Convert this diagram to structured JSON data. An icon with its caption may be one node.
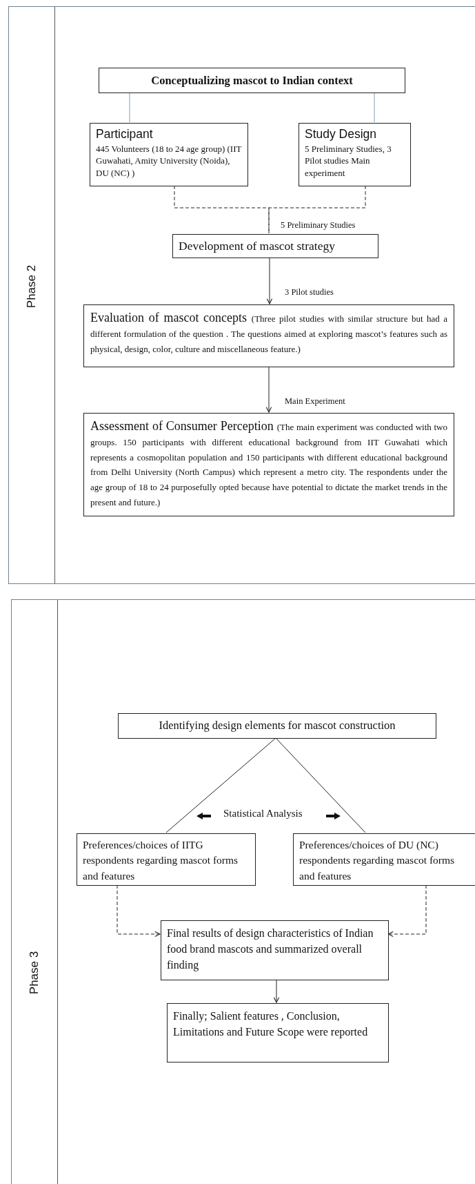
{
  "diagram": {
    "nodes": [
      {
        "text": [
          "Phase 2"
        ]
      },
      {
        "text": [
          "Conceptualizing mascot to Indian context"
        ],
        "in": 0
      },
      {
        "text": [
          "Participant",
          "445 Volunteers (18 to 24 age group) (IIT Guwahati, Amity University (Noida), DU (NC) )"
        ],
        "in": 0
      },
      {
        "text": [
          "Study Design",
          "5 Preliminary Studies, 3 Pilot studies Main experiment"
        ],
        "in": 0
      },
      {
        "text": [
          "Development of mascot strategy"
        ],
        "in": 0
      },
      {
        "text": [
          "Evaluation of mascot concepts",
          "(Three pilot studies with similar structure but had a different formulation of the question . The questions aimed at exploring mascot’s features such as physical, design, color, culture and miscellaneous feature.)"
        ],
        "in": 0
      },
      {
        "text": [
          "Assessment of Consumer Perception",
          "(The main experiment was conducted with two groups. 150 participants with different educational background from IIT Guwahati which represents a cosmopolitan population and 150 participants with different educational background from Delhi University (North Campus) which represent a metro city. The respondents under the age group of 18 to 24 purposefully opted because have potential to dictate the market trends in the present and future.)"
        ],
        "in": 0
      },
      {
        "text": [
          "Phase 3"
        ]
      },
      {
        "text": [
          "Identifying design elements for mascot construction"
        ],
        "in": 7
      },
      {
        "text": [
          "Preferences/choices of IITG respondents regarding mascot forms and features"
        ],
        "in": 7
      },
      {
        "text": [
          "Preferences/choices of DU (NC) respondents regarding mascot forms and features"
        ],
        "in": 7
      },
      {
        "text": [
          "Final results of design characteristics of Indian food brand mascots and summarized overall finding"
        ],
        "in": 7
      },
      {
        "text": [
          "Finally; Salient features , Conclusion, Limitations and Future Scope were reported"
        ],
        "in": 7
      }
    ],
    "edges": [
      {
        "from": 1,
        "to": 2,
        "arrow": "none",
        "color": "#7f9db9"
      },
      {
        "from": 1,
        "to": 3,
        "arrow": "none",
        "color": "#7f9db9"
      },
      {
        "from": 2,
        "to": 4,
        "arrow": "none",
        "style": "dashed"
      },
      {
        "from": 3,
        "to": 4,
        "arrow": "none",
        "style": "dashed",
        "label": "5 Preliminary Studies"
      },
      {
        "from": 4,
        "to": 5,
        "arrow": "to",
        "label": "3 Pilot studies"
      },
      {
        "from": 5,
        "to": 6,
        "arrow": "to",
        "label": "Main Experiment"
      },
      {
        "from": 8,
        "to": 9,
        "arrow": "none"
      },
      {
        "from": 8,
        "to": 10,
        "arrow": "none"
      },
      {
        "from": 9,
        "to": 11,
        "arrow": "to",
        "style": "dashed"
      },
      {
        "from": 10,
        "to": 11,
        "arrow": "to",
        "style": "dashed"
      },
      {
        "from": 11,
        "to": 12,
        "arrow": "to"
      }
    ],
    "labels": [
      "Statistical Analysis"
    ]
  }
}
